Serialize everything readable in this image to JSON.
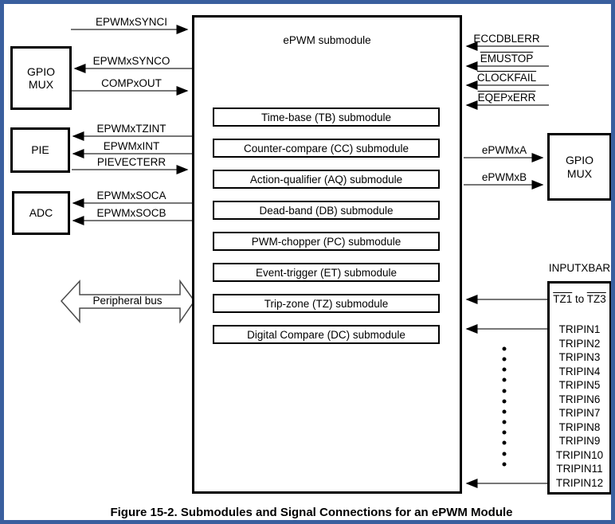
{
  "figure": {
    "caption": "Figure 15-2. Submodules and Signal Connections for an ePWM Module",
    "border_color": "#3A5F9E"
  },
  "epwm_box": {
    "title": "ePWM submodule",
    "submodules": [
      "Time-base (TB) submodule",
      "Counter-compare (CC) submodule",
      "Action-qualifier (AQ) submodule",
      "Dead-band (DB) submodule",
      "PWM-chopper (PC) submodule",
      "Event-trigger (ET) submodule",
      "Trip-zone (TZ) submodule",
      "Digital Compare (DC) submodule"
    ]
  },
  "left": {
    "gpio_mux_label": "GPIO\nMUX",
    "pie_label": "PIE",
    "adc_label": "ADC",
    "peripheral_bus_label": "Peripheral bus",
    "signals": {
      "epwmxsynci": "EPWMxSYNCI",
      "epwmxsynco": "EPWMxSYNCO",
      "compxout": "COMPxOUT",
      "epwmxtzint": "EPWMxTZINT",
      "epwmxint": "EPWMxINT",
      "pievecterr": "PIEVECTERR",
      "epwmxsoca": "EPWMxSOCA",
      "epwmxsocb": "EPWMxSOCB"
    }
  },
  "right": {
    "gpio_mux_label": "GPIO\nMUX",
    "signals": {
      "eccdblerr": "ECCDBLERR",
      "emustop": "EMUSTOP",
      "clockfail": "CLOCKFAIL",
      "eqepxerr": "EQEPxERR",
      "epwmxa": "ePWMxA",
      "epwmxb": "ePWMxB"
    },
    "inputxbar": {
      "label": "INPUTXBAR",
      "tz_parts": [
        "TZ1",
        " to ",
        "TZ3"
      ],
      "tripins": [
        "TRIPIN1",
        "TRIPIN2",
        "TRIPIN3",
        "TRIPIN4",
        "TRIPIN5",
        "TRIPIN6",
        "TRIPIN7",
        "TRIPIN8",
        "TRIPIN9",
        "TRIPIN10",
        "TRIPIN11",
        "TRIPIN12"
      ]
    }
  }
}
